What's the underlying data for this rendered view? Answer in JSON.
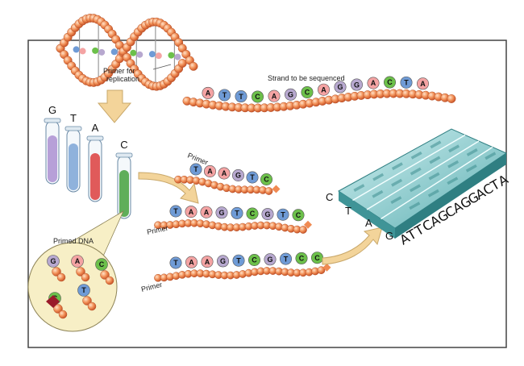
{
  "labels": {
    "primer_for_replication": [
      "Primer for",
      "replication"
    ],
    "strand_to_be_sequenced": "Strand to be sequenced",
    "primer": "Primer",
    "primed_dna": "Primed DNA"
  },
  "template_strand": [
    "A",
    "T",
    "T",
    "C",
    "A",
    "G",
    "C",
    "A",
    "G",
    "G",
    "A",
    "C",
    "T",
    "A"
  ],
  "tubes": [
    {
      "label": "G",
      "color": "#b7a0d8"
    },
    {
      "label": "T",
      "color": "#8fb2dc"
    },
    {
      "label": "A",
      "color": "#e05a5a"
    },
    {
      "label": "C",
      "color": "#5fae5a"
    }
  ],
  "fragments": [
    {
      "label": "Primer",
      "bases": [
        "T",
        "A",
        "A",
        "G",
        "T",
        "C"
      ]
    },
    {
      "label": "Primer",
      "bases": [
        "T",
        "A",
        "A",
        "G",
        "T",
        "C",
        "G",
        "T",
        "C"
      ]
    },
    {
      "label": "Primer",
      "bases": [
        "T",
        "A",
        "A",
        "G",
        "T",
        "C",
        "G",
        "T",
        "C",
        "C"
      ]
    }
  ],
  "free_nucleotides": [
    "G",
    "A",
    "C",
    "C",
    "T"
  ],
  "gel_lanes": [
    "C",
    "T",
    "A",
    "G"
  ],
  "gel_sequence": "ATTCAGCAGGACTA",
  "colors": {
    "bead": "#f08a52",
    "frame": "#444444",
    "arrow": "#f3d49a",
    "gel_top": "#7cc5c6",
    "gel_side": "#2f7f82",
    "base_A": "#f4a3a3",
    "base_T": "#6f9bd6",
    "base_G": "#b7a8cf",
    "base_C": "#6cc04a"
  }
}
